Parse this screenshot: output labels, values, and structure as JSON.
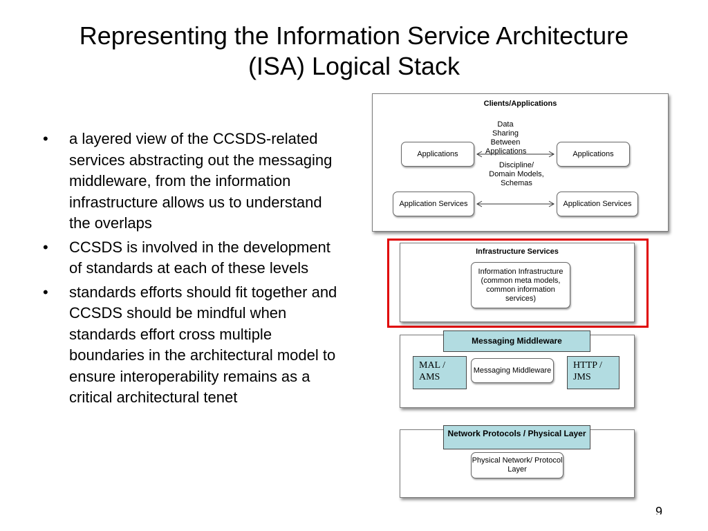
{
  "slide": {
    "title_line1": "Representing the Information Service Architecture",
    "title_line2": "(ISA) Logical Stack",
    "page_number": "9"
  },
  "bullets": [
    {
      "marker": "•",
      "text": "a layered view of the CCSDS-related services abstracting out the messaging middleware, from the information infrastructure allows us to understand the overlaps"
    },
    {
      "marker": "•",
      "text": "CCSDS is involved in the development of standards at each of these levels"
    },
    {
      "marker": "•",
      "text": "standards efforts should fit together and CCSDS should be mindful when standards effort cross multiple boundaries in the architectural model to ensure interoperability remains as a critical architectural tenet"
    }
  ],
  "diagram": {
    "clients": {
      "title": "Clients/Applications",
      "app_left": "Applications",
      "app_right": "Applications",
      "svc_left": "Application Services",
      "svc_right": "Application Services",
      "note_top": "Data Sharing Between Applications",
      "note_bottom": "Discipline/ Domain Models, Schemas"
    },
    "infrastructure": {
      "title": "Infrastructure Services",
      "inner": "Information Infrastructure (common meta models, common information services)"
    },
    "messaging": {
      "tab": "Messaging Middleware",
      "left": "MAL / AMS",
      "center": "Messaging Middleware",
      "right": "HTTP / JMS"
    },
    "network": {
      "tab": "Network Protocols / Physical Layer",
      "inner": "Physical Network/ Protocol Layer"
    }
  },
  "colors": {
    "highlight": "#e00000",
    "tab_fill": "#b2dce1"
  }
}
